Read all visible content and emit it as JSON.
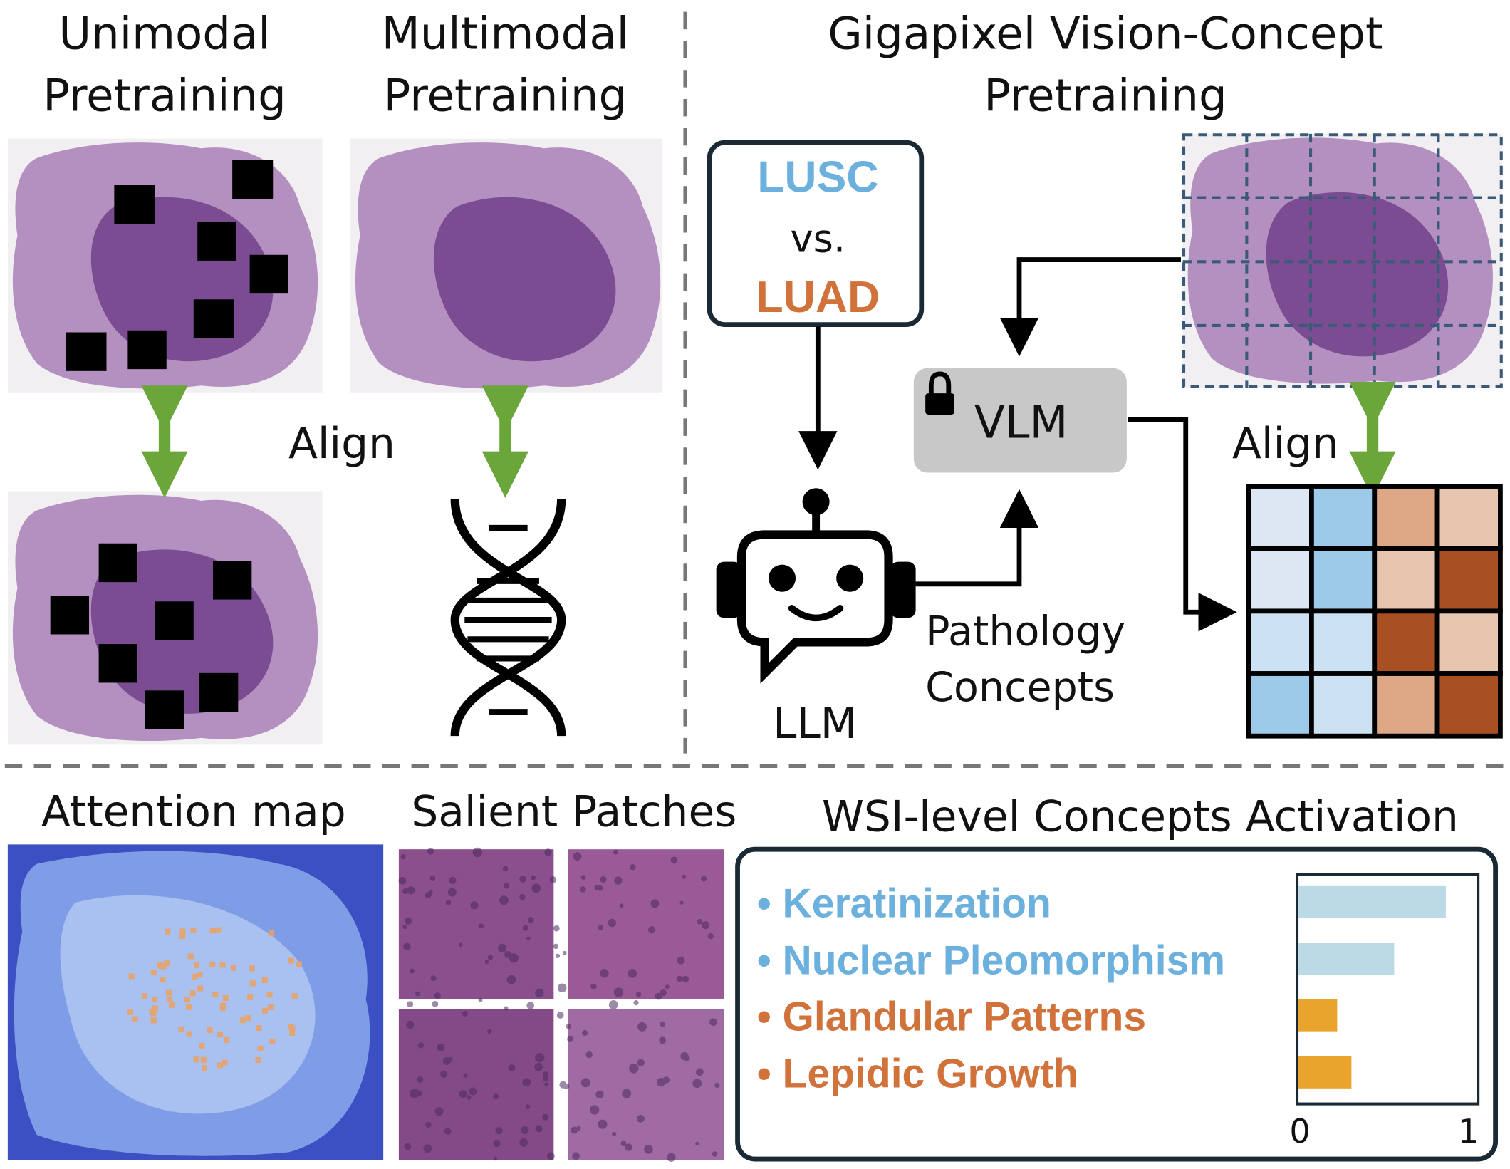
{
  "top_left": {
    "unimodal_title": [
      "Unimodal",
      "Pretraining"
    ],
    "multimodal_title": [
      "Multimodal",
      "Pretraining"
    ],
    "align_label": "Align"
  },
  "top_right": {
    "title": [
      "Gigapixel Vision-Concept",
      "Pretraining"
    ],
    "task_box": {
      "class_a": "LUSC",
      "versus": "vs.",
      "class_b": "LUAD"
    },
    "llm_label": "LLM",
    "vlm_label": "VLM",
    "concepts_label": [
      "Pathology",
      "Concepts"
    ],
    "align_label": "Align",
    "icons": [
      "robot-icon",
      "lock-icon",
      "dna-icon"
    ]
  },
  "bottom": {
    "attention_title": "Attention map",
    "patches_title": "Salient Patches",
    "activation_title": "WSI-level Concepts Activation"
  },
  "colors": {
    "lusc_blue": "#6cb0de",
    "luad_orange": "#d0723a",
    "align_green": "#6aa63a",
    "bar_blue": "#bcd9e6",
    "bar_orange": "#e8a42c",
    "heat_blue_light": "#dde7f3",
    "heat_blue_mid": "#cce2f2",
    "heat_blue": "#9ccae8",
    "heat_orange_light": "#e8c5ae",
    "heat_orange_mid": "#dea886",
    "heat_orange_dark": "#a85022"
  },
  "heatmap": [
    [
      "heat_blue_light",
      "heat_blue",
      "heat_orange_mid",
      "heat_orange_light"
    ],
    [
      "heat_blue_light",
      "heat_blue",
      "heat_orange_light",
      "heat_orange_dark"
    ],
    [
      "heat_blue_mid",
      "heat_blue_mid",
      "heat_orange_dark",
      "heat_orange_light"
    ],
    [
      "heat_blue",
      "heat_blue_mid",
      "heat_orange_mid",
      "heat_orange_dark"
    ]
  ],
  "chart_data": {
    "type": "bar",
    "orientation": "horizontal",
    "categories": [
      "Keratinization",
      "Nuclear Pleomorphism",
      "Glandular Patterns",
      "Lepidic Growth"
    ],
    "values": [
      0.83,
      0.54,
      0.22,
      0.3
    ],
    "category_colors": [
      "lusc_blue",
      "lusc_blue",
      "luad_orange",
      "luad_orange"
    ],
    "bar_colors": [
      "bar_blue",
      "bar_blue",
      "bar_orange",
      "bar_orange"
    ],
    "xlim": [
      0,
      1
    ],
    "xticks": [
      "0",
      "1"
    ],
    "grid": false
  }
}
